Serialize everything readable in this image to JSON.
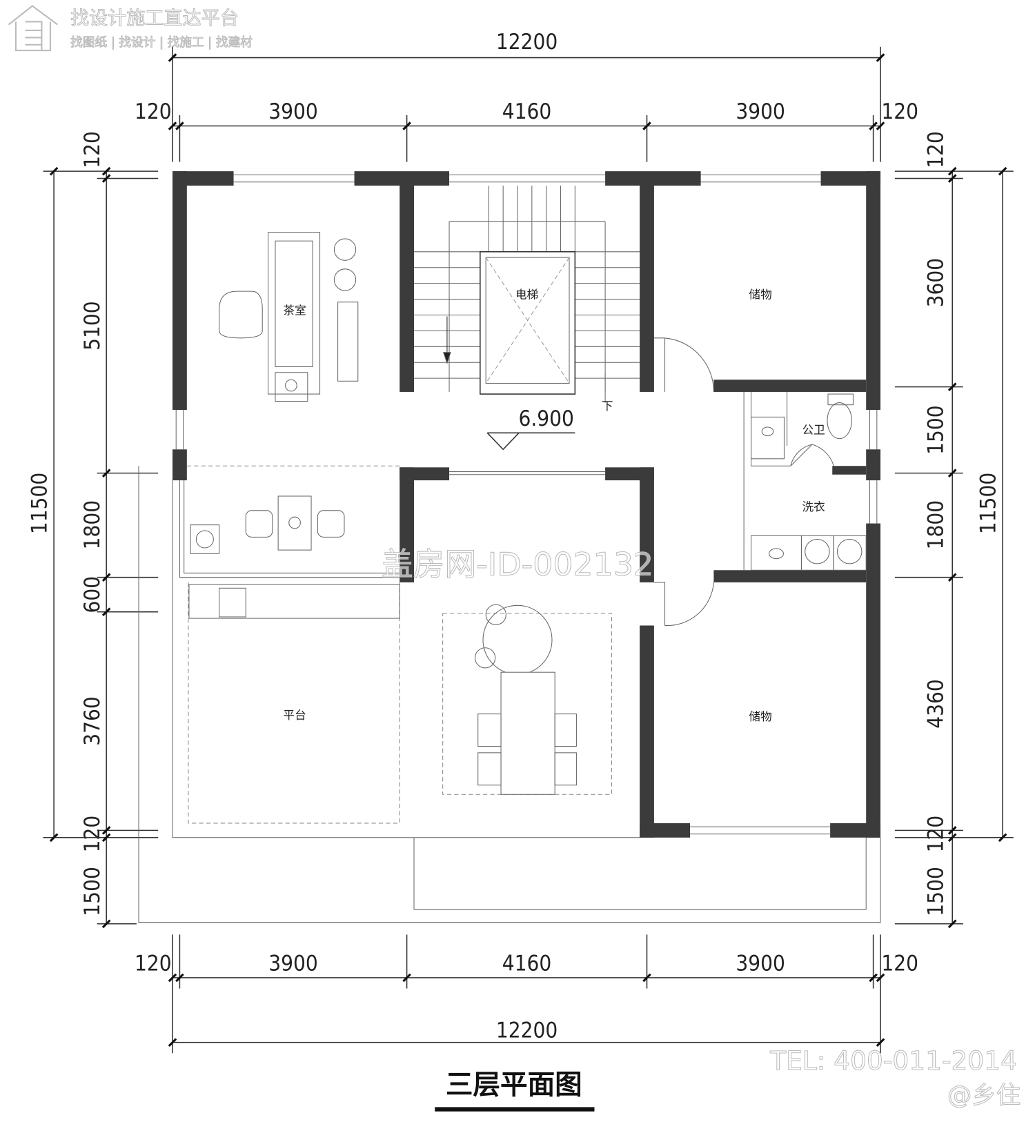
{
  "watermark": {
    "logo_line1": "找设计施工直达平台",
    "logo_line2": "找图纸 | 找设计 | 找施工 | 找建材",
    "center_id": "盖房网-ID-002132",
    "tel": "TEL: 400-011-2014",
    "handle": "@乡住"
  },
  "title": "三层平面图",
  "level": "6.900",
  "down_marker": "下",
  "rooms": {
    "tea_room": "茶室",
    "elevator": "电梯",
    "storage_top": "储物",
    "public_wc": "公卫",
    "laundry": "洗衣",
    "terrace": "平台",
    "storage_bottom": "储物"
  },
  "dims": {
    "top_total": "12200",
    "top": [
      "120",
      "3900",
      "4160",
      "3900",
      "120"
    ],
    "bottom": [
      "120",
      "3900",
      "4160",
      "3900",
      "120"
    ],
    "bottom_total": "12200",
    "left_total": "11500",
    "left": [
      "120",
      "5100",
      "1800",
      "600",
      "3760",
      "120",
      "1500"
    ],
    "right": [
      "120",
      "3600",
      "1500",
      "1800",
      "4360",
      "120",
      "1500"
    ],
    "right_total": "11500"
  },
  "colors": {
    "wall": "#3b3b3b",
    "line": "#333333"
  }
}
